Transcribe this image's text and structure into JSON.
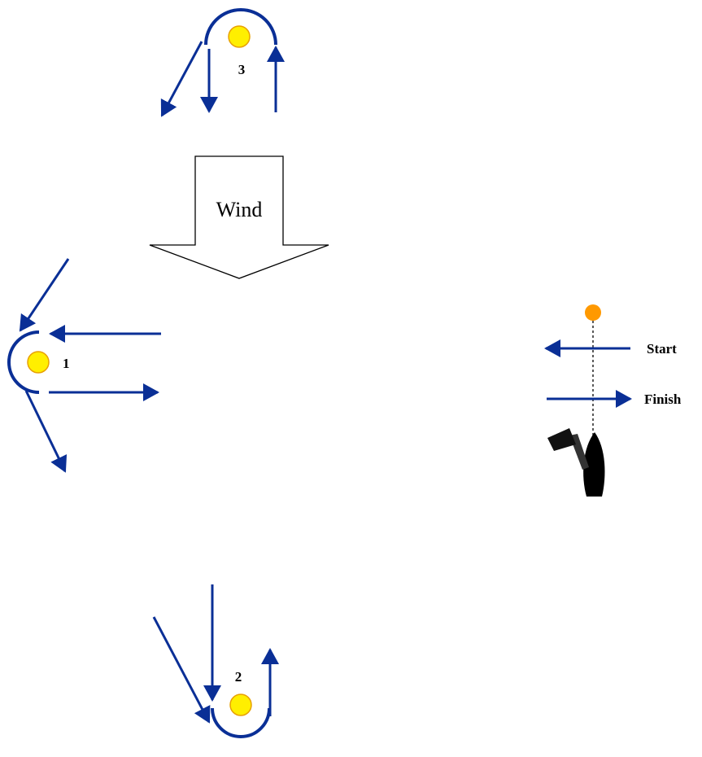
{
  "wind": {
    "label": "Wind"
  },
  "marks": [
    {
      "number": "1"
    },
    {
      "number": "2"
    },
    {
      "number": "3"
    }
  ],
  "start_finish": {
    "start_label": "Start",
    "finish_label": "Finish"
  },
  "colors": {
    "course_line": "#0a2f96",
    "mark_fill": "#ffef00",
    "mark_outline": "#e8a000",
    "pin_buoy": "#ff9900",
    "committee_boat": "#000000"
  }
}
